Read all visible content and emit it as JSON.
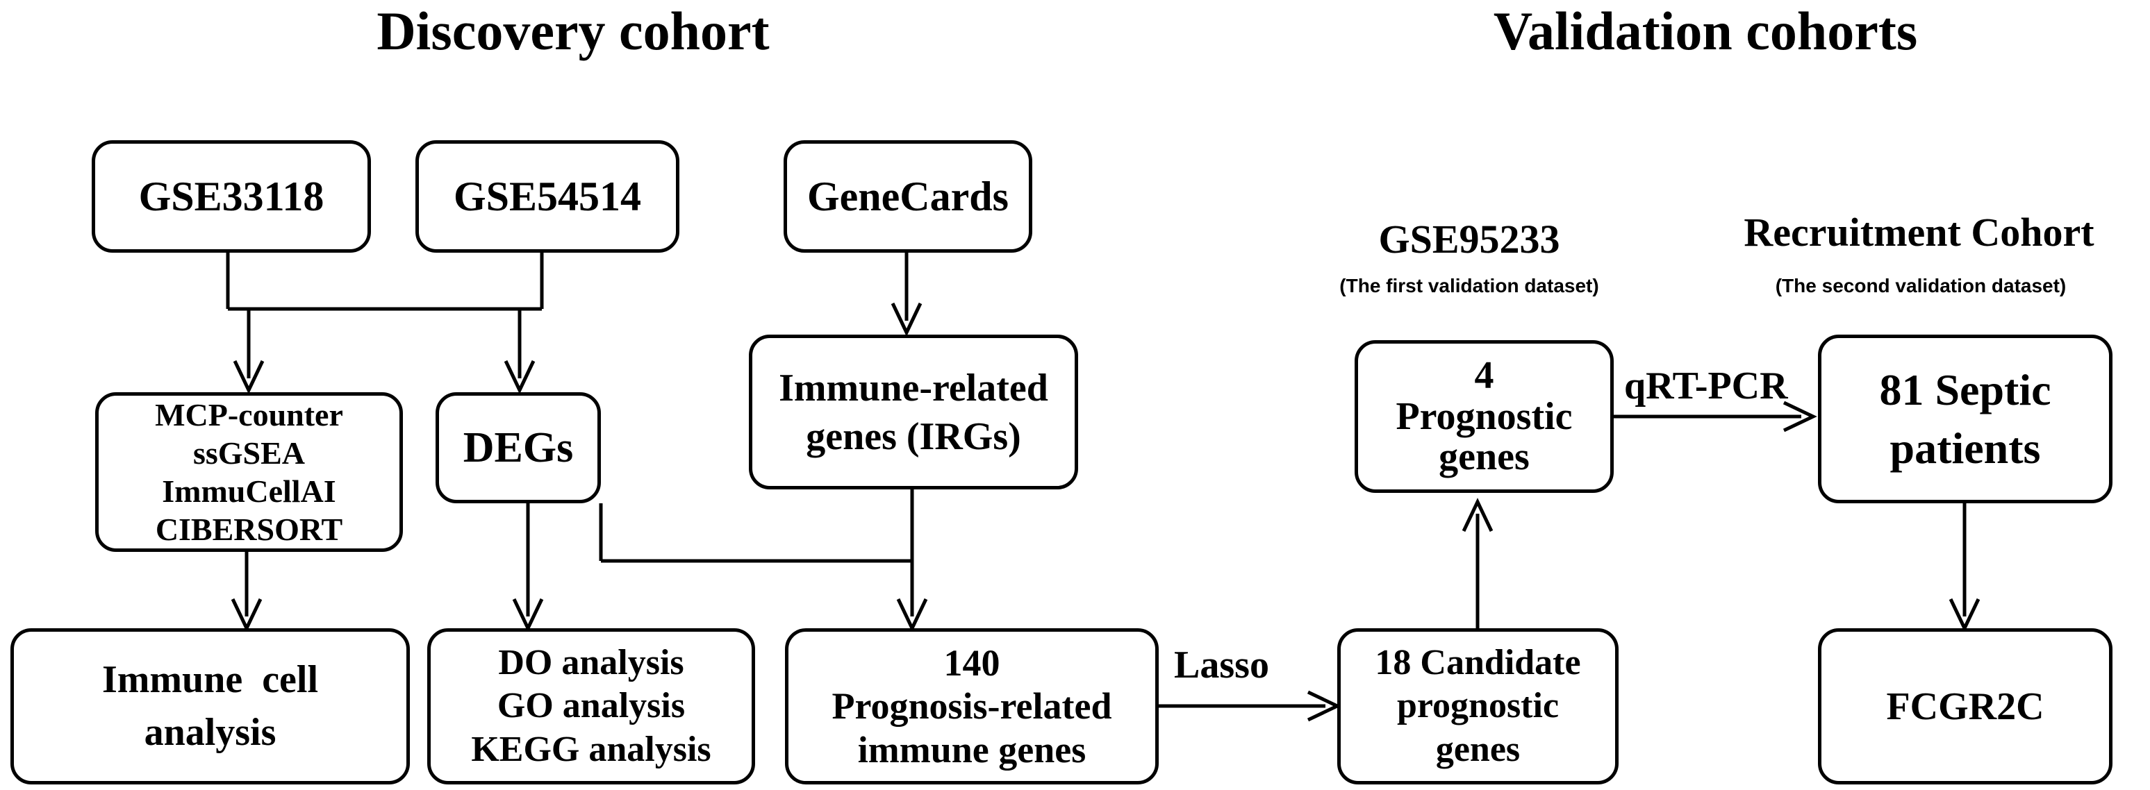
{
  "headings": {
    "discovery": "Discovery cohort",
    "validation": "Validation cohorts"
  },
  "validation_sets": {
    "gse95233_title": "GSE95233",
    "gse95233_note": "(The first validation dataset)",
    "recruitment_title": "Recruitment Cohort",
    "recruitment_note": "(The second validation dataset)"
  },
  "boxes": {
    "gse33118": "GSE33118",
    "gse54514": "GSE54514",
    "genecards": "GeneCards",
    "immune_methods": [
      "MCP-counter",
      "ssGSEA",
      "ImmuCellAI",
      "CIBERSORT"
    ],
    "degs": "DEGs",
    "irgs": [
      "Immune-related",
      "genes (IRGs)"
    ],
    "immune_cell_analysis": [
      "Immune  cell",
      "analysis"
    ],
    "enrichment": [
      "DO analysis",
      "GO analysis",
      "KEGG analysis"
    ],
    "prognosis_genes": [
      "140",
      "Prognosis-related",
      "immune genes"
    ],
    "candidate_genes": [
      "18 Candidate",
      "prognostic",
      "genes"
    ],
    "prognostic_genes": [
      "4",
      "Prognostic",
      "genes"
    ],
    "septic_patients": [
      "81 Septic",
      "patients"
    ],
    "fcgr2c": "FCGR2C"
  },
  "edge_labels": {
    "lasso": "Lasso",
    "qrtpcr": "qRT-PCR"
  }
}
